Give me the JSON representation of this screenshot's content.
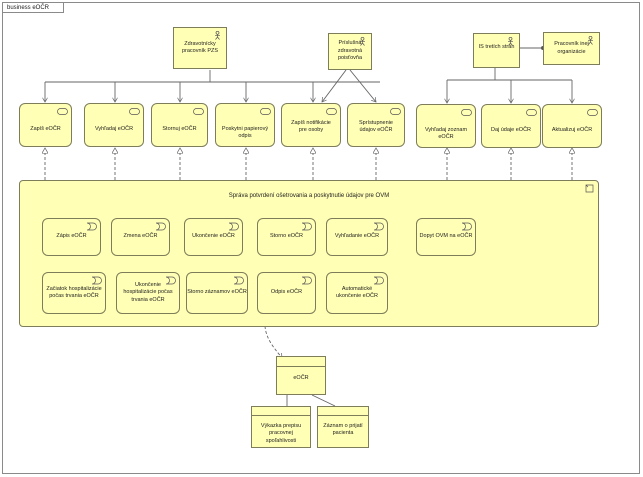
{
  "view": {
    "title": "business eOČR"
  },
  "actors": {
    "zdravotnicky": "Zdravotnícky pracovník PZS",
    "poistovna": "Príslušná zdravotná poisťovňa",
    "is_tretich": "IS tretích strán",
    "pracovnik_inej": "Pracovník inej organizácie"
  },
  "services": {
    "zapis": "Zapíš eOČR",
    "vyhladaj": "Vyhľadaj eOČR",
    "storno": "Stornuj eOČR",
    "papierovy": "Poskytni papierový odpis",
    "notifikacie": "Zapíš notifikácie pre osoby",
    "spristupni": "Sprístupnenie údajov eOČR",
    "vyhladaj_zoznam": "Vyhľadaj zoznam eOČR",
    "daj_udaje": "Daj údaje eOČR",
    "aktualizuj": "Aktualizuj eOČR"
  },
  "process": {
    "title": "Správa potvrdení ošetrovania a poskytnutie údajov pre OVM",
    "events": [
      "Zápis eOČR",
      "Zmena eOČR",
      "Ukončenie eOČR",
      "Storno eOČR",
      "Vyhľadanie eOČR",
      "Dopyt OVM na eOČR",
      "Začiatok hospitalizácie počas trvania eOČR",
      "Ukončenie hospitalizácie počas trvania eOČR",
      "Storno záznamov eOČR",
      "Odpis eOČR",
      "Automatické ukončenie eOČR"
    ]
  },
  "objects": {
    "eocr": "eOČR",
    "vykazka": "Výkazka prepisu pracovnej spoľahlivosti",
    "zaznam": "Záznam o prijatí pacienta"
  }
}
